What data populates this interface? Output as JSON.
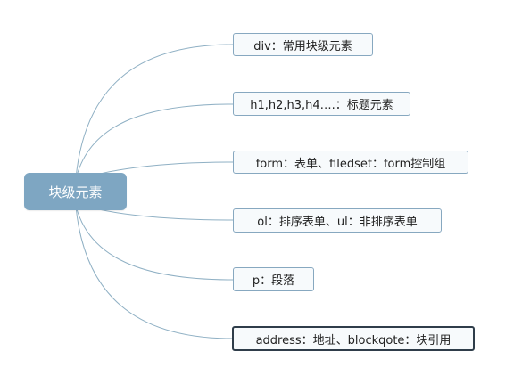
{
  "central_topic": {
    "label": "块级元素",
    "color": "#7ea6c2"
  },
  "branches": [
    {
      "label": "div：常用块级元素"
    },
    {
      "label": "h1,h2,h3,h4….：标题元素"
    },
    {
      "label": "form：表单、filedset：form控制组"
    },
    {
      "label": "ol：排序表单、ul：非排序表单"
    },
    {
      "label": "p：段落"
    },
    {
      "label": "address：地址、blockqote：块引用",
      "selected": true
    }
  ],
  "colors": {
    "connector": "#8fb0c4",
    "branch_border": "#87a8c0",
    "branch_fill": "#f7fafc",
    "selected_border": "#2f3d4a"
  }
}
